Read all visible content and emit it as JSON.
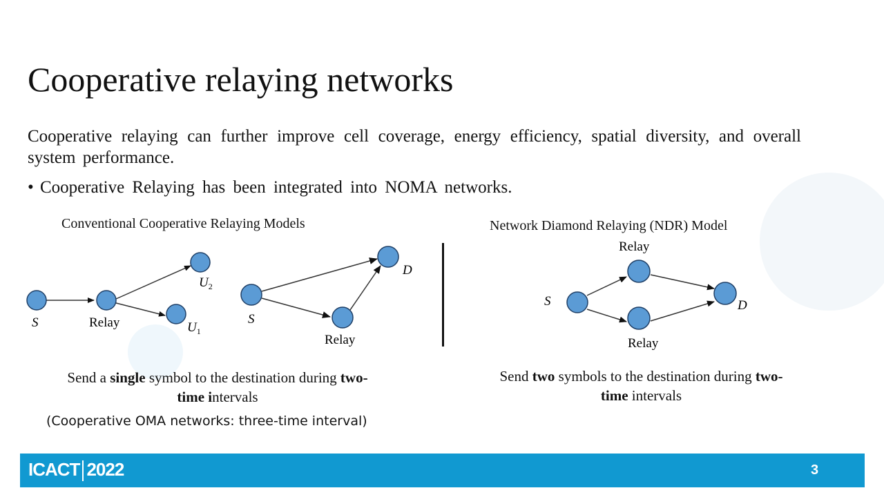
{
  "slide": {
    "title": "Cooperative relaying networks",
    "intro": "Cooperative relaying can further improve cell coverage, energy efficiency, spatial diversity, and overall system performance.",
    "bullet": "Cooperative Relaying has been integrated into NOMA networks.",
    "bullet_marker": "•"
  },
  "left_section": {
    "caption": "Conventional Cooperative Relaying Models",
    "diagram1": {
      "nodes": {
        "s": "S",
        "relay": "Relay",
        "u2": "U",
        "u2_sub": "2",
        "u1": "U",
        "u1_sub": "1"
      }
    },
    "diagram2": {
      "nodes": {
        "s": "S",
        "relay": "Relay",
        "d": "D"
      }
    },
    "note_parts": [
      "Send a ",
      "single",
      " symbol to the destination during ",
      "two-",
      "time ",
      "i",
      "ntervals"
    ],
    "oma_note": "(Cooperative OMA networks:  three-time interval)"
  },
  "right_section": {
    "caption": "Network Diamond Relaying (NDR) Model",
    "diagram": {
      "nodes": {
        "s": "S",
        "relay_top": "Relay",
        "relay_bottom": "Relay",
        "d": "D"
      }
    },
    "note_parts": [
      "Send ",
      "two",
      " symbols to the destination during ",
      "two-",
      "time",
      " intervals"
    ]
  },
  "footer": {
    "brand_left": "ICACT",
    "brand_right": "2022",
    "page_number": "3"
  },
  "colors": {
    "node_fill": "#5b9bd5",
    "node_stroke": "#1f3f66",
    "footer_bg": "#1199d1"
  }
}
